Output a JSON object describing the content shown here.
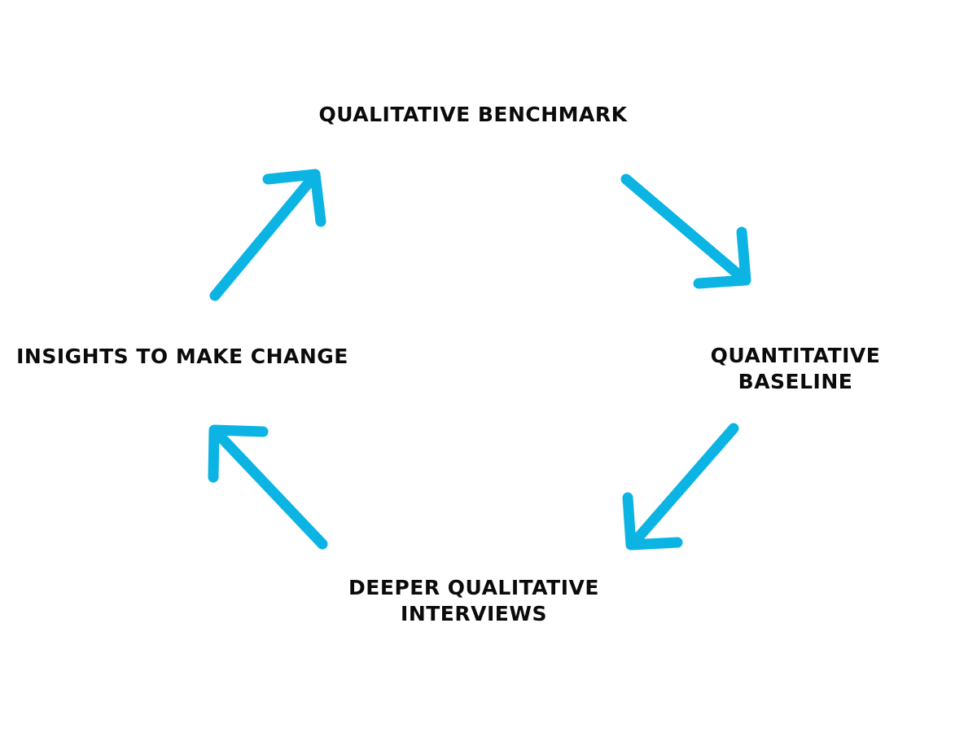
{
  "diagram": {
    "accent_color": "#0bb4e3",
    "text_color": "#0b0b0b",
    "nodes": [
      {
        "id": "top",
        "lines": [
          "QUALITATIVE BENCHMARK"
        ]
      },
      {
        "id": "right",
        "lines": [
          "QUANTITATIVE",
          "BASELINE"
        ]
      },
      {
        "id": "bottom",
        "lines": [
          "DEEPER QUALITATIVE",
          "INTERVIEWS"
        ]
      },
      {
        "id": "left",
        "lines": [
          "INSIGHTS TO MAKE CHANGE"
        ]
      }
    ],
    "arrows": [
      {
        "from": "top",
        "to": "right",
        "icon": "arrow-down-right-icon"
      },
      {
        "from": "right",
        "to": "bottom",
        "icon": "arrow-down-left-icon"
      },
      {
        "from": "bottom",
        "to": "left",
        "icon": "arrow-up-left-icon"
      },
      {
        "from": "left",
        "to": "top",
        "icon": "arrow-up-right-icon"
      }
    ]
  }
}
